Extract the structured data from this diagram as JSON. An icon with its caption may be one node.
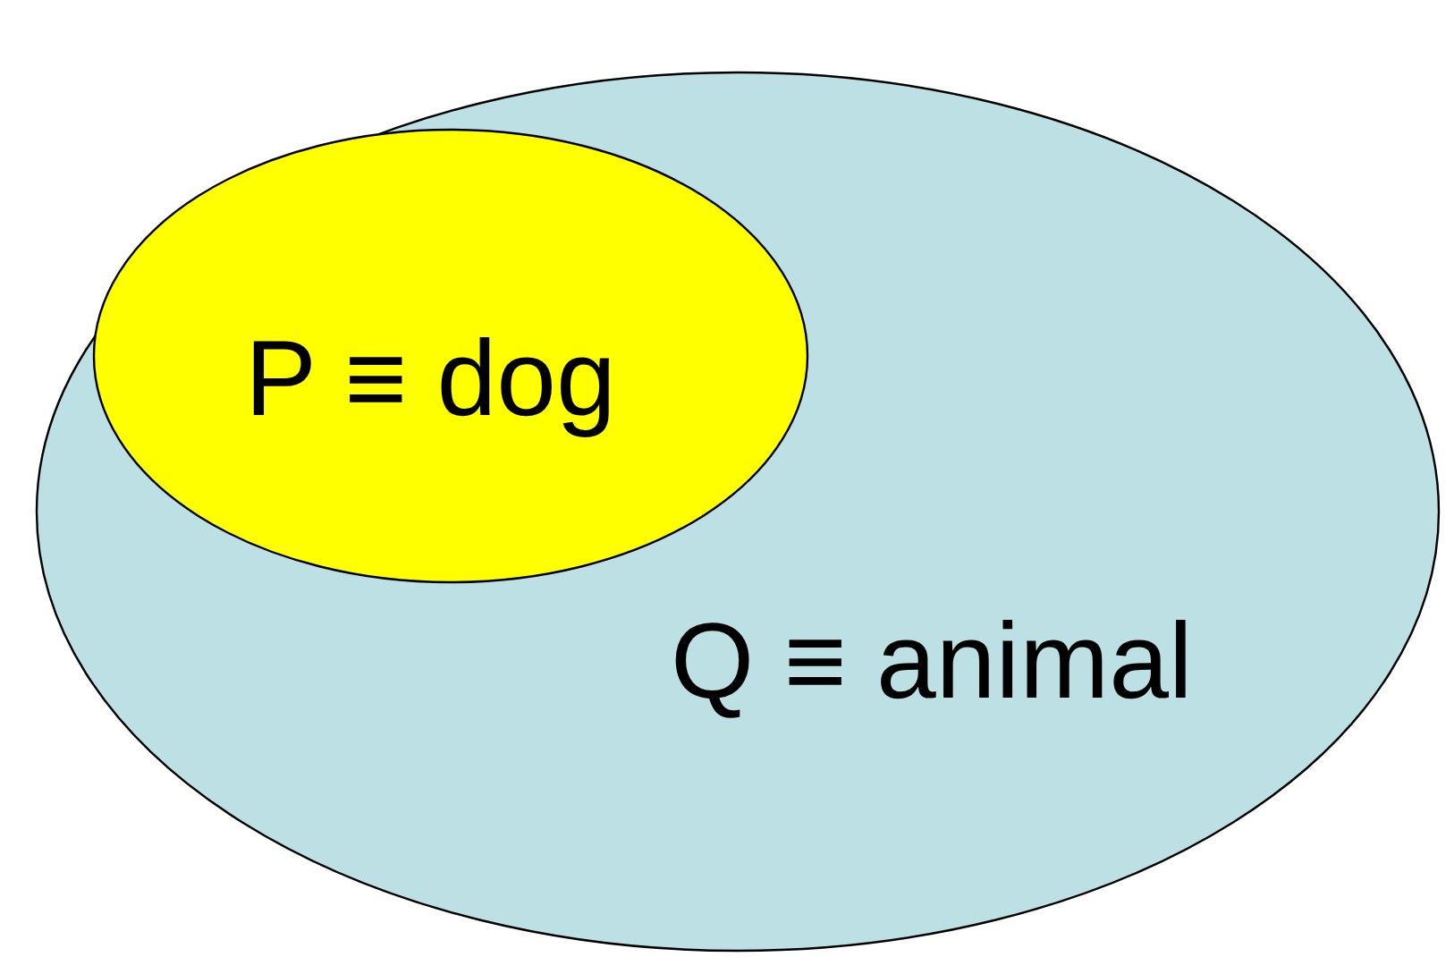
{
  "diagram": {
    "nodes": [
      {
        "text": [
          "Q ≡ animal"
        ]
      },
      {
        "text": [
          "P ≡ dog"
        ],
        "in": 0
      }
    ]
  }
}
